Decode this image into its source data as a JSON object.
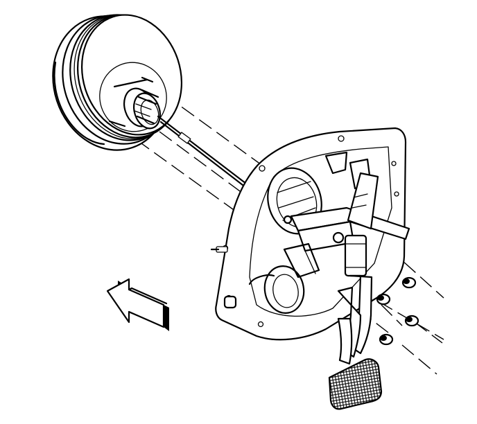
{
  "figure": {
    "kind": "exploded mechanical illustration",
    "parts": [
      "brake-booster",
      "booster-pushrod",
      "firewall-dash-panel",
      "brake-pedal-bracket",
      "brake-pedal",
      "pedal-pad",
      "mounting-nuts",
      "direction-arrow"
    ],
    "nut_count": 4,
    "arrow_direction": "forward"
  }
}
